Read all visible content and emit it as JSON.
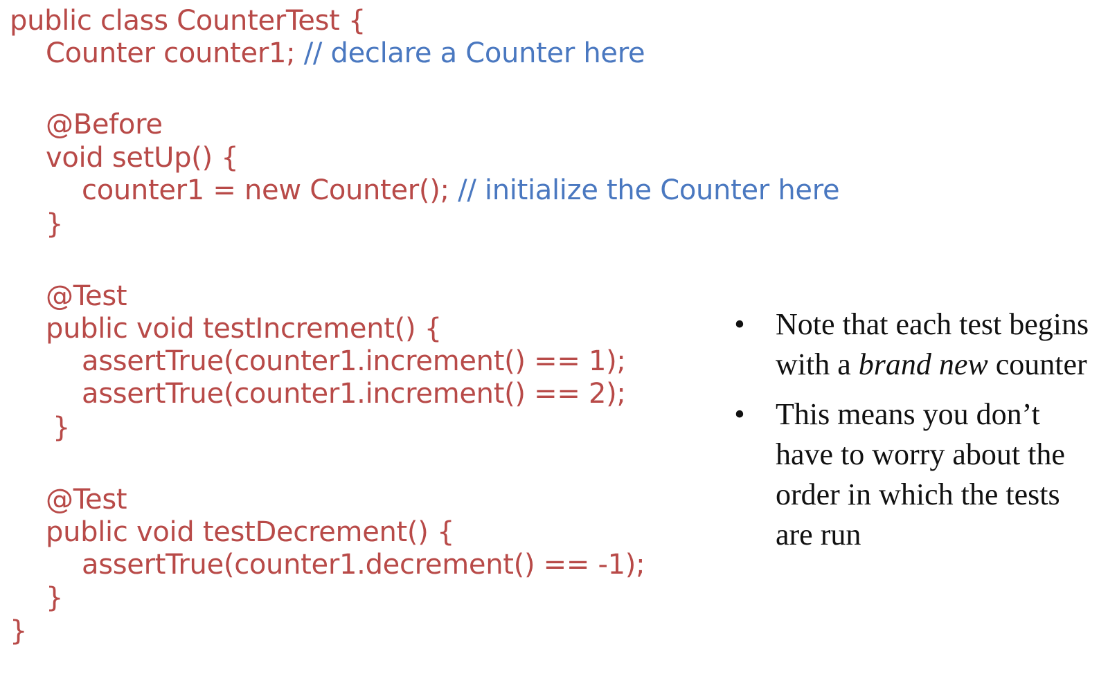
{
  "code": {
    "line_1": "public class CounterTest {",
    "line_2_code": "Counter counter1; ",
    "line_2_comment": "// declare a Counter here",
    "line_3": "@Before",
    "line_4": "void setUp() {",
    "line_5_code": "counter1 = new Counter(); ",
    "line_5_comment": "// initialize the Counter here",
    "line_6": "}",
    "line_7": "@Test",
    "line_8": "public void testIncrement() {",
    "line_9": "assertTrue(counter1.increment() == 1);",
    "line_10": "assertTrue(counter1.increment() == 2);",
    "line_11": "}",
    "line_12": "@Test",
    "line_13": "public void testDecrement() {",
    "line_14": "assertTrue(counter1.decrement() == -1);",
    "line_15": "}",
    "line_16": "}"
  },
  "notes": {
    "bullet_symbol": "•",
    "note_1_before": "Note that each test begins with a ",
    "note_1_emphasis": "brand new",
    "note_1_after": " counter",
    "note_2": "This means you don’t have to worry about the order in which the tests are run"
  },
  "colors": {
    "code": "#b84a48",
    "comment": "#4a78c0",
    "text": "#111111"
  }
}
